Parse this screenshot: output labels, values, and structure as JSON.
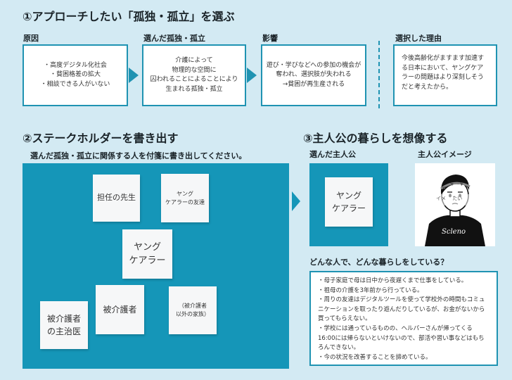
{
  "section1": {
    "title": "①アプローチしたい「孤独・孤立」を選ぶ",
    "col1": {
      "label": "原因",
      "text": "・高度デジタル化社会\n・貧困格差の拡大\n・相談できる人がいない"
    },
    "col2": {
      "label": "選んだ孤独・孤立",
      "text": "介護によって\n物理的な空間に\n囚われることによることにより\n生まれる孤独・孤立"
    },
    "col3": {
      "label": "影響",
      "text": "遊び・学びなどへの参加の機会が\n奪われ、選択肢が失われる\n→貧困が再生産される"
    },
    "col4": {
      "label": "選択した理由",
      "text": "今後高齢化がますます加速する日本において、ヤングケアラーの問題はより深刻しそうだと考えたから。"
    }
  },
  "section2": {
    "title": "②ステークホルダーを書き出す",
    "instruction": "選んだ孤独・孤立に関係する人を付箋に書き出してください。",
    "stickies": {
      "teacher": "担任の先生",
      "friend": "ヤング\nケアラーの友達",
      "center": "ヤング\nケアラー",
      "patient": "被介護者",
      "family": "（被介護者\n以外の家族）",
      "doctor": "被介護者\nの主治医"
    }
  },
  "section3": {
    "title": "③主人公の暮らしを想像する",
    "chosen_label": "選んだ主人公",
    "chosen_sticky": "ヤング\nケアラー",
    "image_label": "主人公イメージ",
    "shirt_text": "Scleno",
    "sticker_text": "イメ　 たい",
    "question": "どんな人で、どんな暮らしをしている？",
    "lines": [
      "・母子家庭で母は日中から夜遅くまで仕事をしている。",
      "・祖母の介護を3年前から行っている。",
      "・周りの友達はデジタルツールを使って学校外の時間もコミュニケーションを取ったり遊んだりしているが、お金がないから買ってもらえない。",
      "・学校には通っているものの、ヘルパーさんが帰ってくる16:00には帰らないといけないので、部活や習い事などはもちろんできない。",
      "・今の状況を改善することを諦めている。"
    ]
  },
  "colors": {
    "accent": "#1f93b2",
    "panel": "#1596b8",
    "background": "#d3eaf3"
  }
}
